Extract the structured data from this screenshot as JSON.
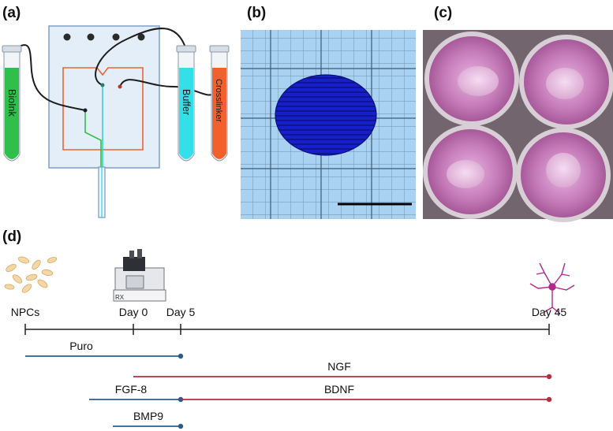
{
  "panels": {
    "a": "(a)",
    "b": "(b)",
    "c": "(c)",
    "d": "(d)"
  },
  "tubes": {
    "bioink": "BioInk",
    "buffer": "Buffer",
    "crosslinker": "Crosslinker"
  },
  "colors": {
    "bioink": "#2fbf4a",
    "buffer": "#33e0ea",
    "crosslinker": "#f2602e",
    "chip_fill": "#e4eef8",
    "chip_border": "#7f9fc7",
    "channel": "#e8643a",
    "grid_bg": "#a9d2f2",
    "print_blue": "#0d17c8",
    "well_pink": "#c777b8",
    "blue_line": "#2b5d8c",
    "red_line": "#b3313e"
  },
  "timeline": {
    "milestones": [
      {
        "label": "NPCs",
        "day": -5
      },
      {
        "label": "Day 0",
        "day": 0
      },
      {
        "label": "Day 5",
        "day": 5
      },
      {
        "label": "Day 45",
        "day": 45
      }
    ],
    "treatments": [
      {
        "label": "Puro",
        "start": -5,
        "end": 5,
        "color": "blue"
      },
      {
        "label": "NGF",
        "start": 0,
        "end": 45,
        "color": "red"
      },
      {
        "label": "FGF-8",
        "start": -1,
        "end": 5,
        "color": "blue"
      },
      {
        "label": "BDNF",
        "start": 5,
        "end": 45,
        "color": "red"
      },
      {
        "label": "BMP9",
        "start": -1,
        "end": 5,
        "color": "blue"
      }
    ]
  }
}
